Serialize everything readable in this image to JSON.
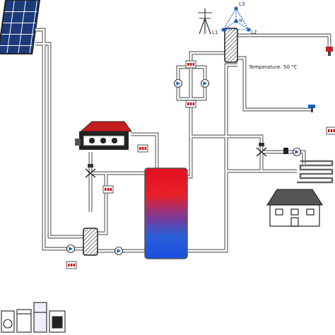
{
  "diagram": {
    "labels": [
      "L3",
      "N",
      "L1",
      "L2",
      "Temperature: 50 °C"
    ]
  }
}
